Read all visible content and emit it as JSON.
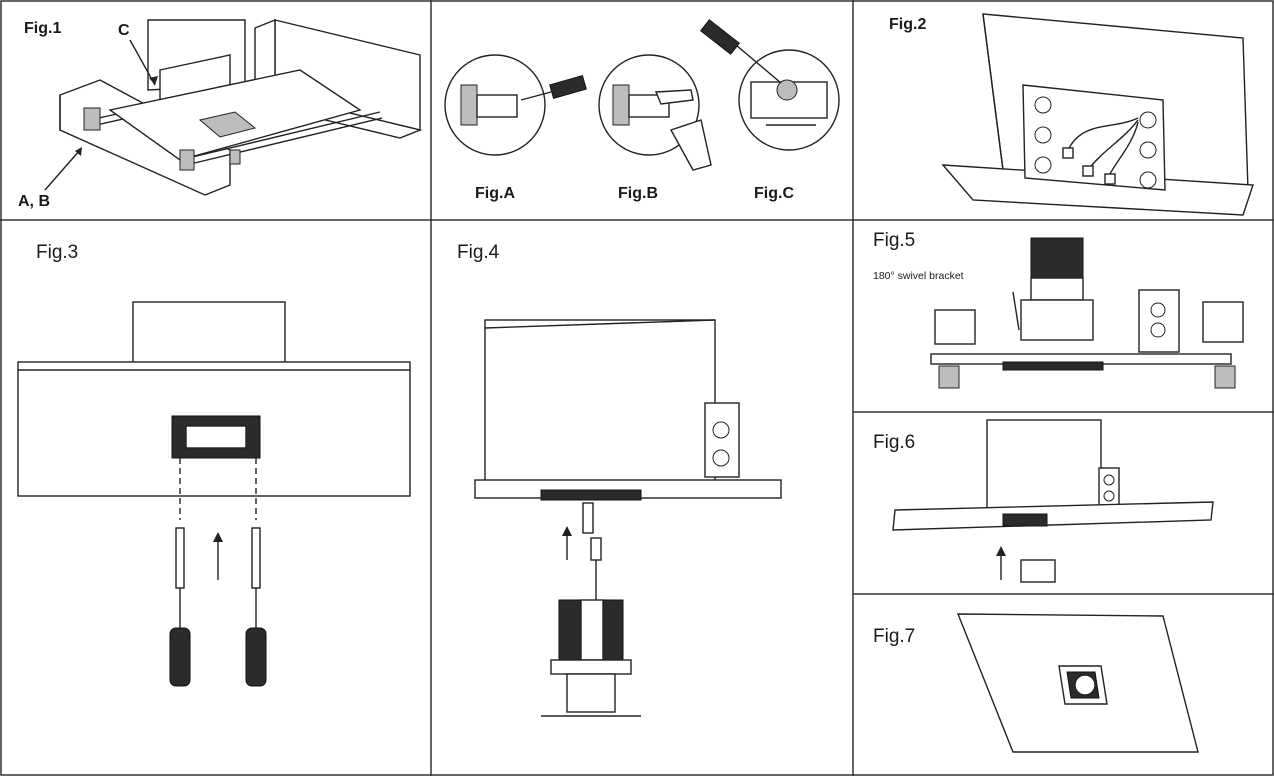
{
  "figures": {
    "fig1": {
      "title": "Fig.1",
      "callout_c": "C",
      "callout_ab": "A, B"
    },
    "figA": {
      "title": "Fig.A"
    },
    "figB": {
      "title": "Fig.B"
    },
    "figC": {
      "title": "Fig.C"
    },
    "fig2": {
      "title": "Fig.2"
    },
    "fig3": {
      "title": "Fig.3"
    },
    "fig4": {
      "title": "Fig.4"
    },
    "fig5": {
      "title": "Fig.5",
      "annotation": "180° swivel bracket"
    },
    "fig6": {
      "title": "Fig.6"
    },
    "fig7": {
      "title": "Fig.7"
    }
  },
  "palette": {
    "line": "#222222",
    "background": "#ffffff",
    "grid": "#333333"
  }
}
